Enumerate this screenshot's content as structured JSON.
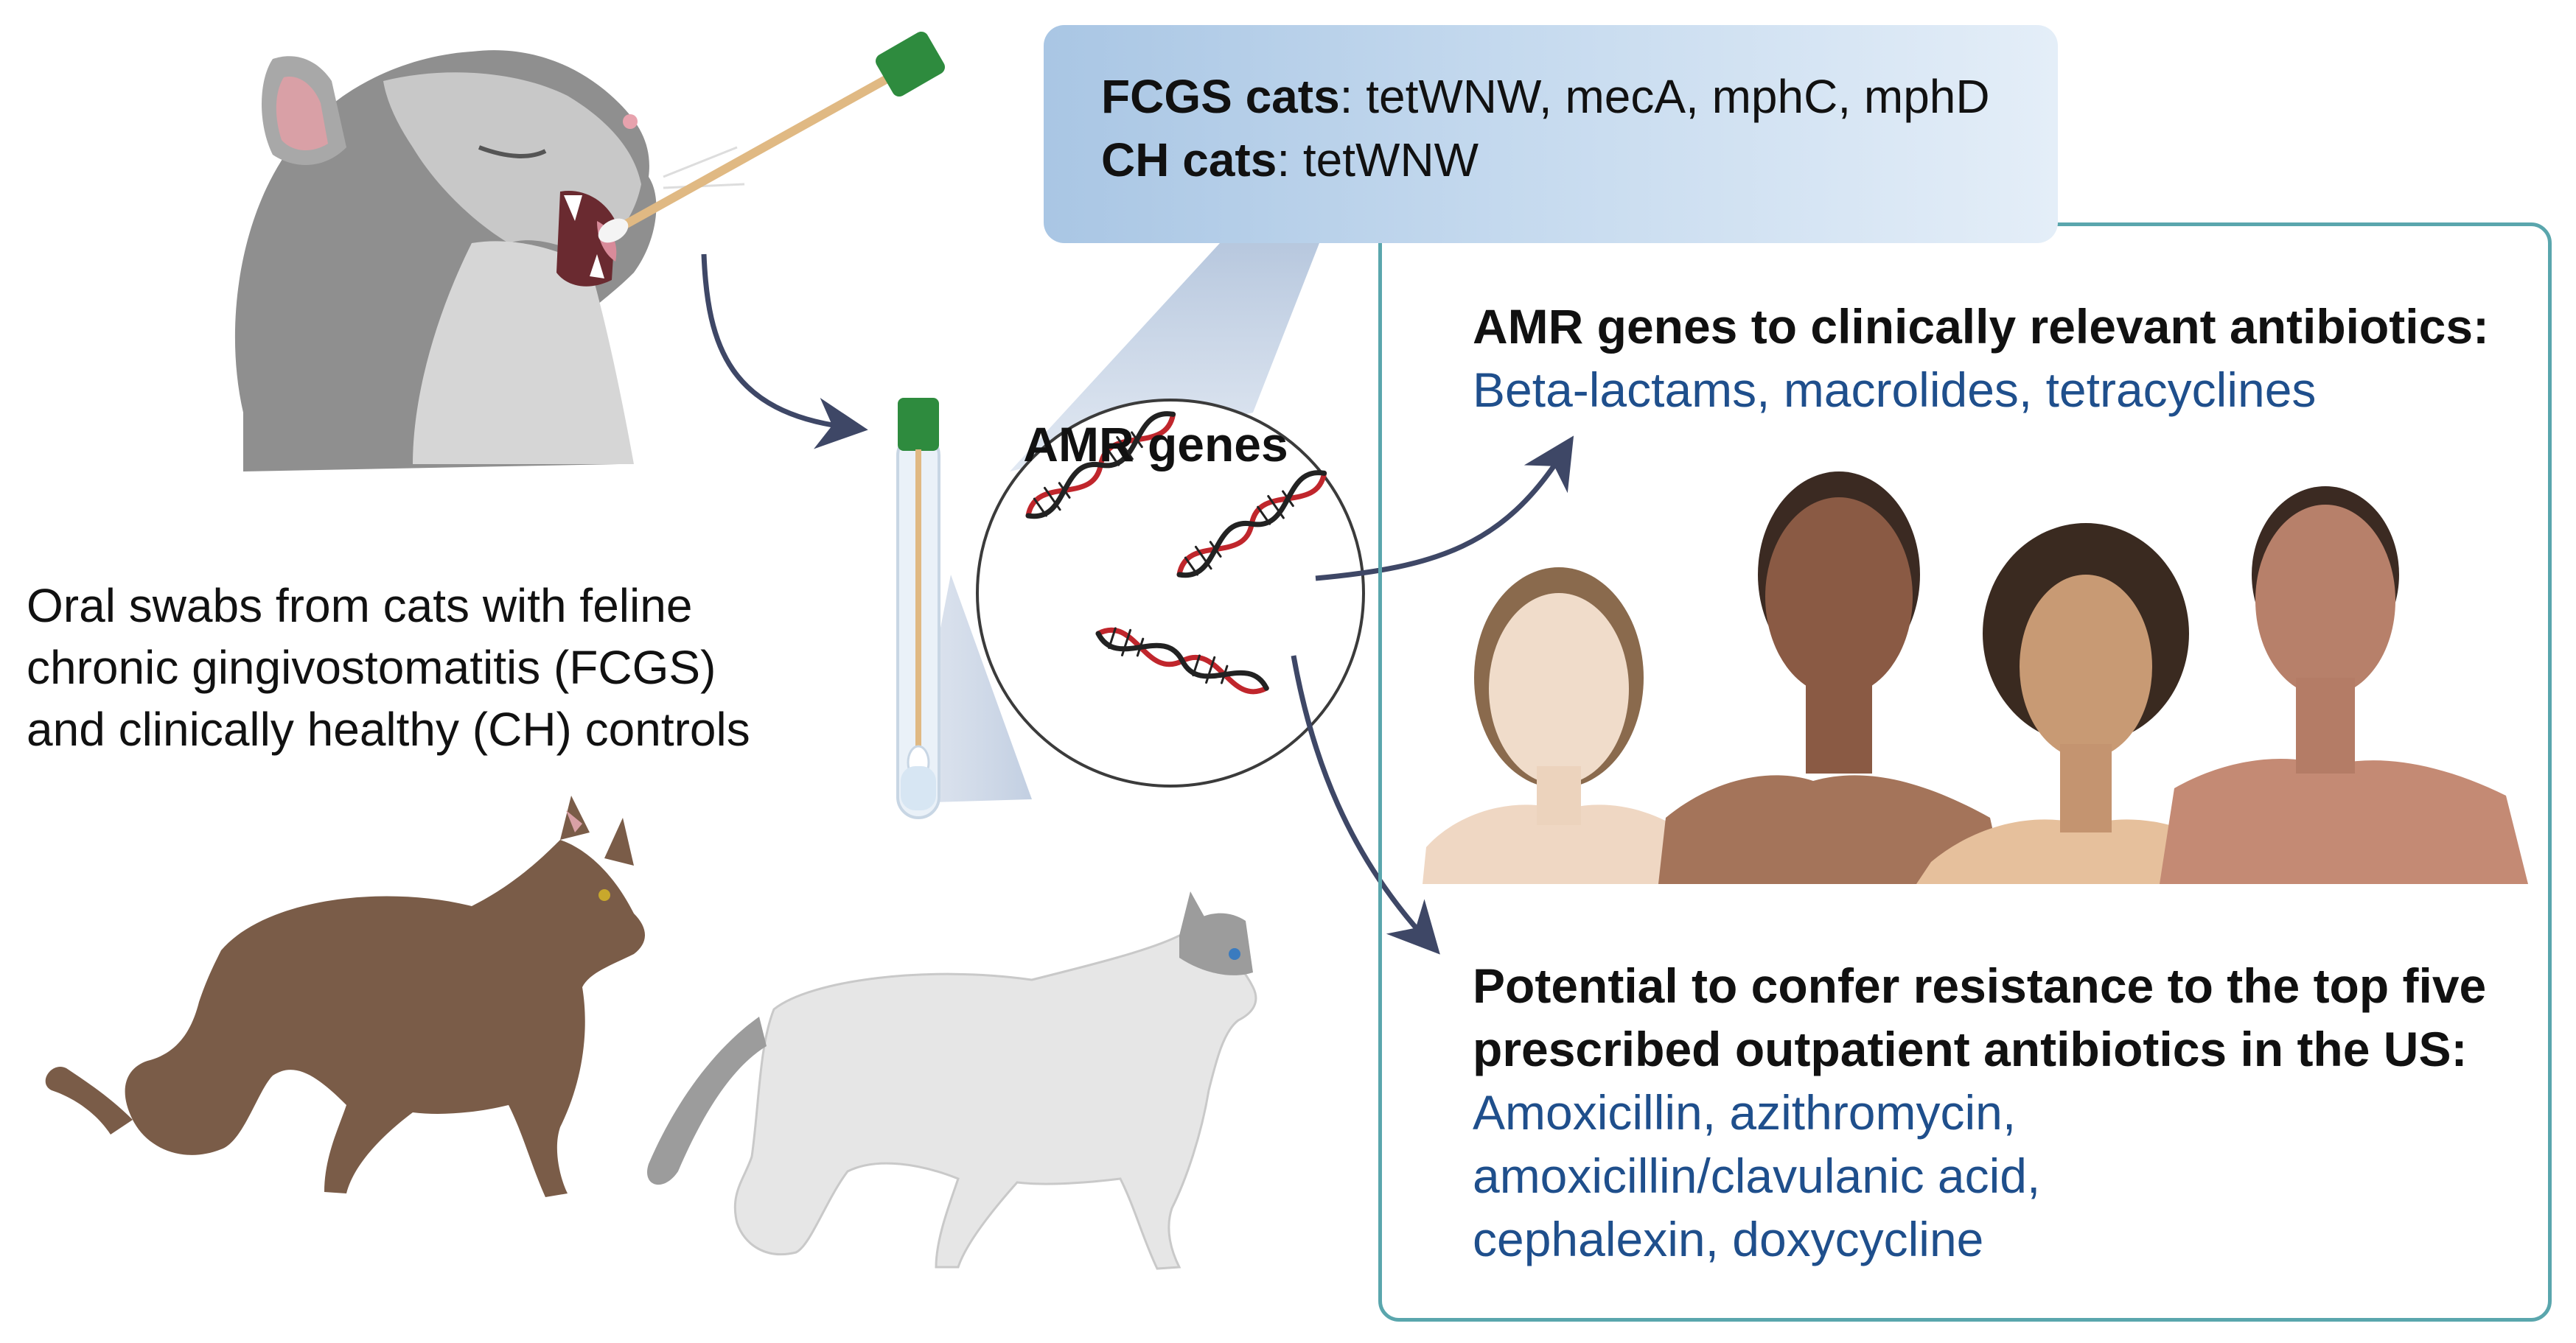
{
  "gene_callout": {
    "fcgs_label": "FCGS cats",
    "fcgs_genes": ": tetWNW, mecA, mphC, mphD",
    "ch_label": "CH cats",
    "ch_genes": ": tetWNW"
  },
  "amr_circle_label": "AMR genes",
  "left_caption": {
    "line1": "Oral swabs from cats with feline",
    "line2": "chronic gingivostomatitis (FCGS)",
    "line3": "and clinically healthy (CH) controls"
  },
  "panel_top": {
    "heading": "AMR genes to clinically relevant antibiotics:",
    "classes": "Beta-lactams, macrolides, tetracyclines"
  },
  "panel_bottom": {
    "heading_line1": "Potential to confer resistance to the top five",
    "heading_line2": "prescribed outpatient antibiotics in the US:",
    "drugs_line1": "Amoxicillin, azithromycin,",
    "drugs_line2": "amoxicillin/clavulanic acid,",
    "drugs_line3": "cephalexin, doxycycline"
  },
  "colors": {
    "panel_border": "#5aa6ad",
    "accent_blue": "#1f4f8c",
    "arrow": "#3e4766",
    "dna_red": "#c0262c",
    "swab_cap": "#2e8b3e"
  },
  "icons": [
    "cat-head-icon",
    "swab-icon",
    "test-tube-icon",
    "dna-icon",
    "brown-cat-icon",
    "white-cat-icon",
    "person-icon"
  ]
}
